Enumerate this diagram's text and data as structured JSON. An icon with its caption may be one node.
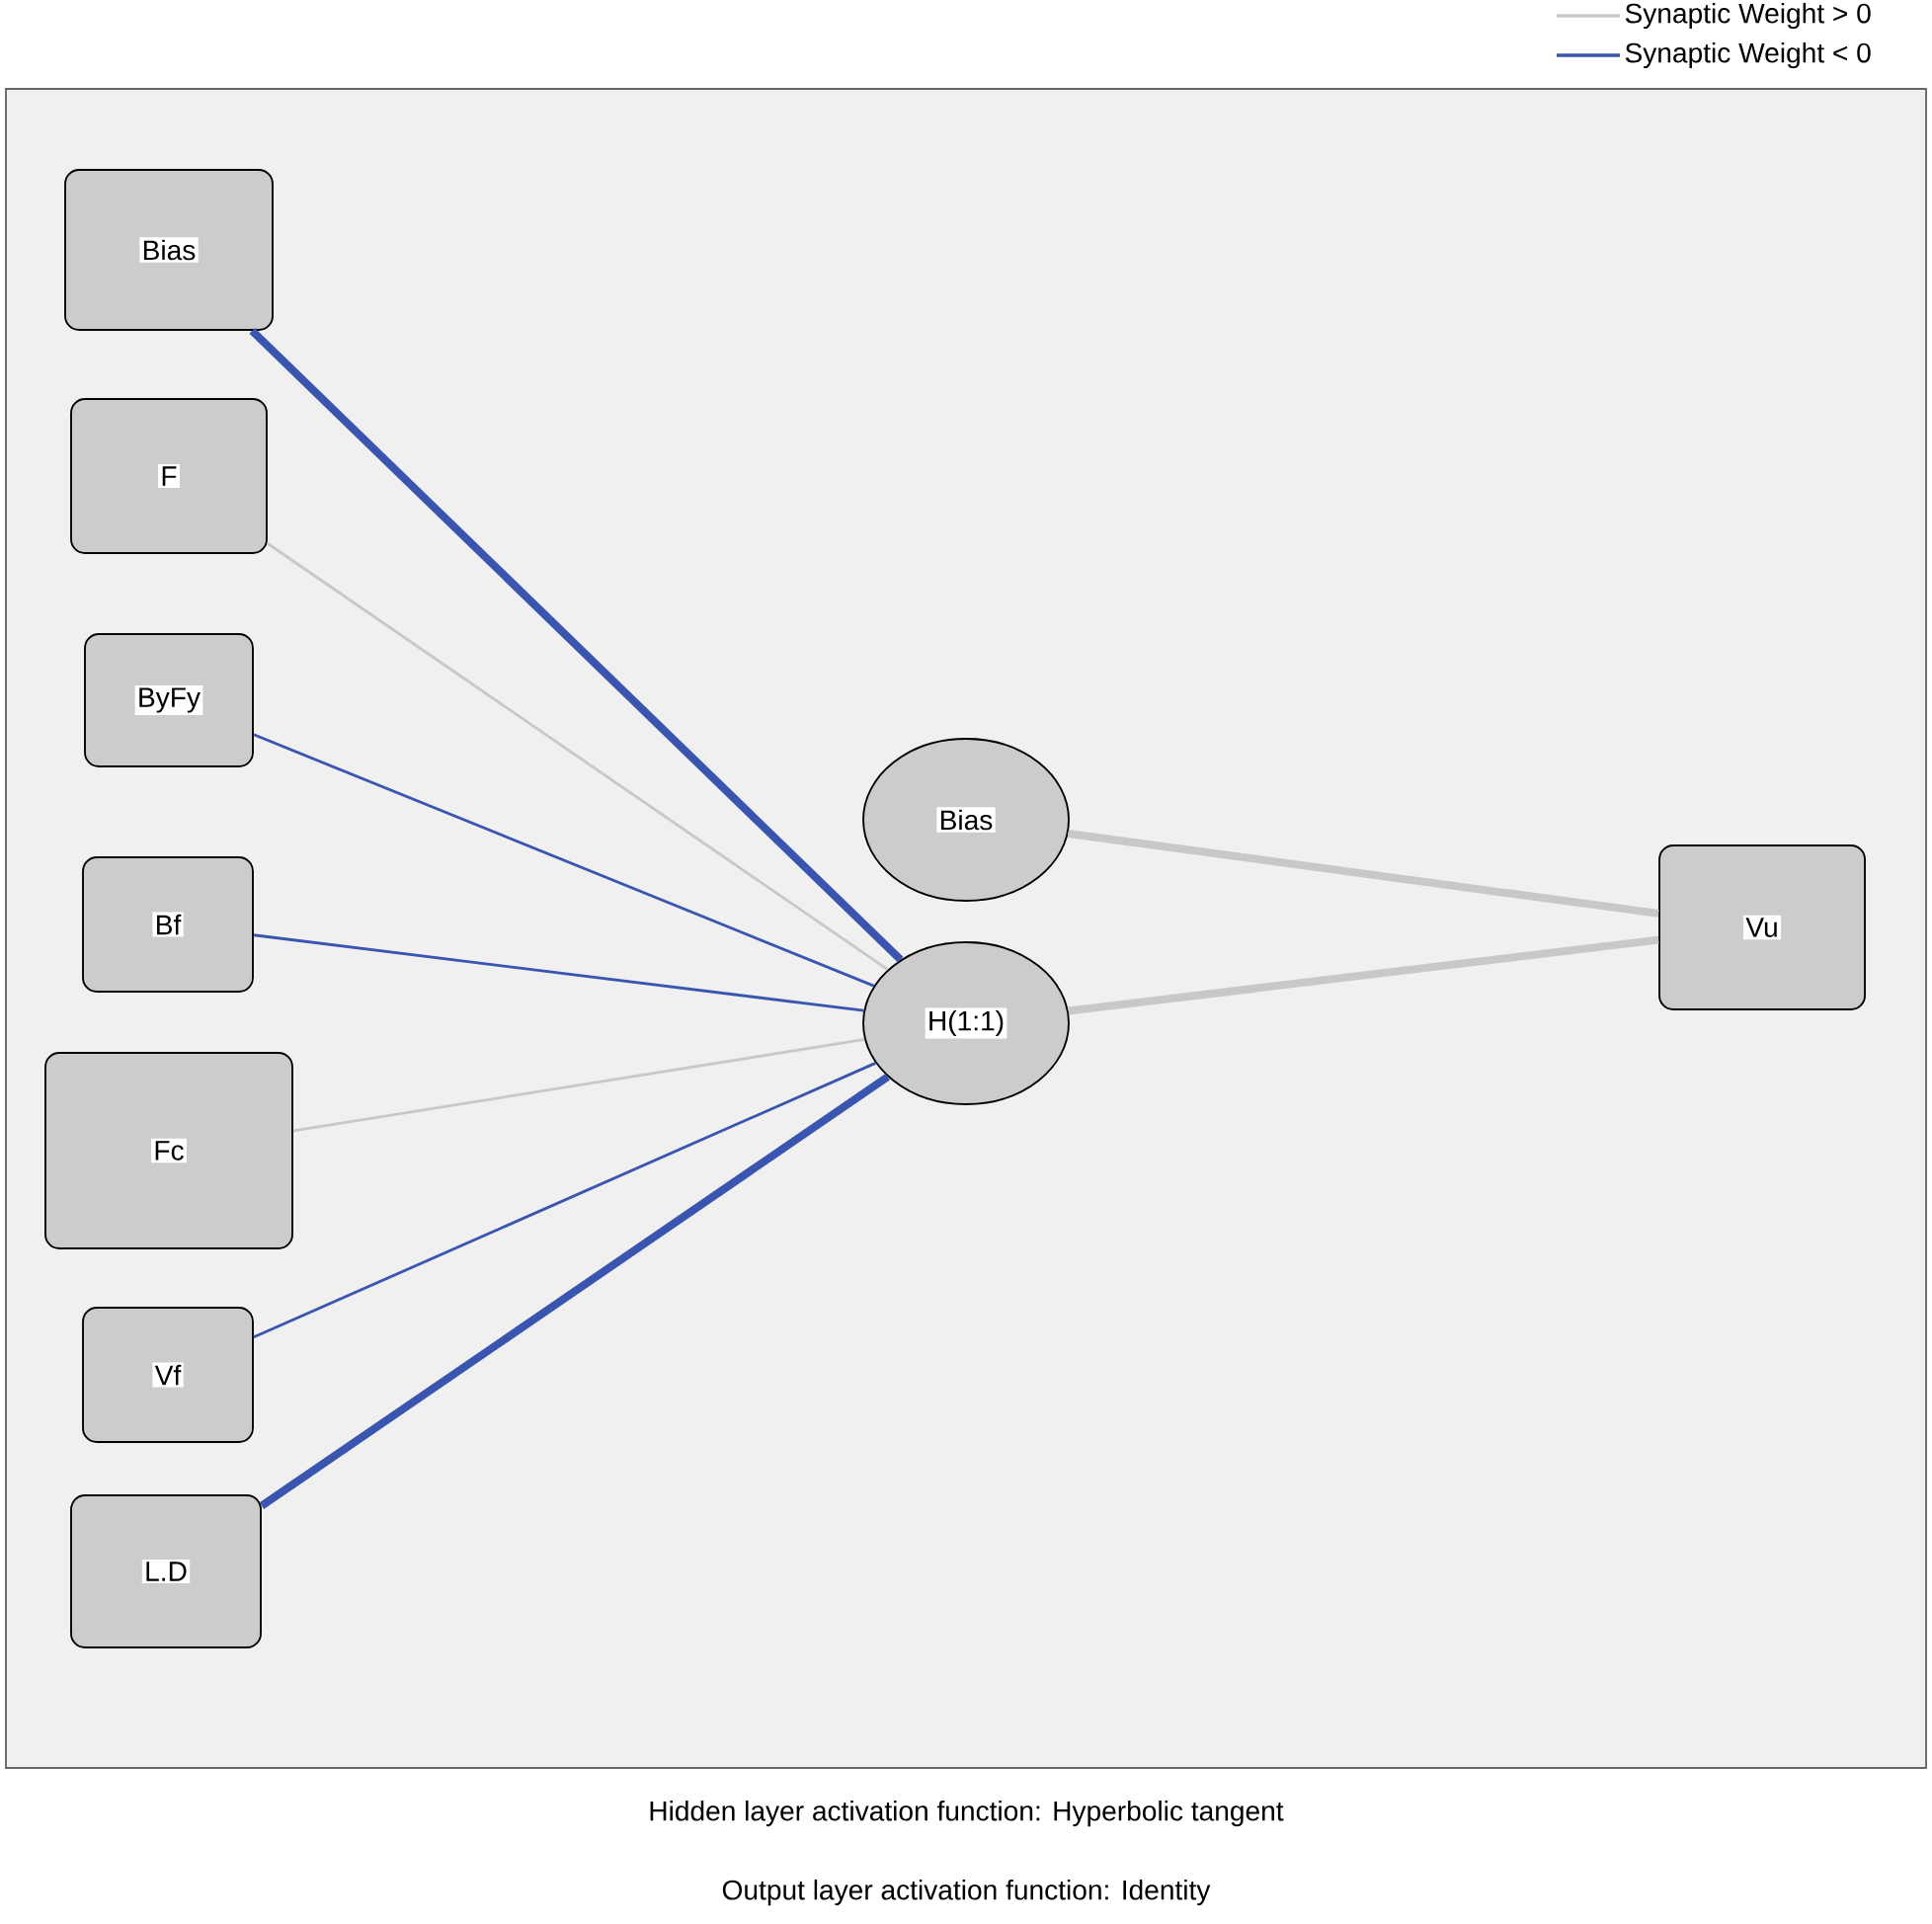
{
  "diagram": {
    "nodes": [
      {
        "text": [
          "Bias"
        ]
      },
      {
        "text": [
          "F"
        ]
      },
      {
        "text": [
          "ByFy"
        ]
      },
      {
        "text": [
          "Bf"
        ]
      },
      {
        "text": [
          "Fc"
        ]
      },
      {
        "text": [
          "Vf"
        ]
      },
      {
        "text": [
          "L.D"
        ]
      },
      {
        "text": [
          "Bias"
        ]
      },
      {
        "text": [
          "H(1:1)"
        ]
      },
      {
        "text": [
          "Vu"
        ]
      }
    ],
    "edges": [
      {
        "from": 0,
        "to": 8,
        "arrow": "none",
        "style": "thick"
      },
      {
        "from": 1,
        "to": 8,
        "arrow": "none",
        "color": "#c8c8c8"
      },
      {
        "from": 2,
        "to": 8,
        "arrow": "none"
      },
      {
        "from": 3,
        "to": 8,
        "arrow": "none"
      },
      {
        "from": 4,
        "to": 8,
        "arrow": "none",
        "color": "#c8c8c8"
      },
      {
        "from": 5,
        "to": 8,
        "arrow": "none"
      },
      {
        "from": 6,
        "to": 8,
        "arrow": "none",
        "style": "thick"
      },
      {
        "from": 7,
        "to": 9,
        "arrow": "none",
        "style": "thick",
        "color": "#c8c8c8"
      },
      {
        "from": 8,
        "to": 9,
        "arrow": "none",
        "style": "thick",
        "color": "#c8c8c8"
      }
    ],
    "labels": [
      "Hidden layer activation function: Hyperbolic tangent",
      "Output layer activation function: Identity"
    ],
    "legend": [
      {
        "text": "Synaptic Weight > 0"
      },
      {
        "text": "Synaptic Weight < 0"
      }
    ]
  }
}
